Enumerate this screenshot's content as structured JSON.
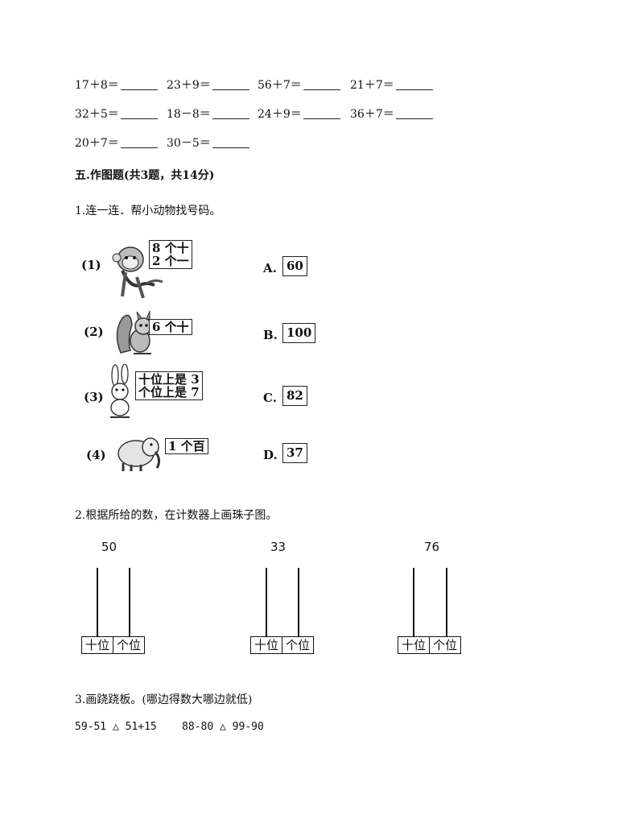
{
  "equations": {
    "row1": [
      "17＋8＝",
      "23＋9＝",
      "56＋7＝",
      "21＋7＝"
    ],
    "row2": [
      "32＋5＝",
      "18－8＝",
      "24＋9＝",
      "36＋7＝"
    ],
    "row3": [
      "20＋7＝",
      "30－5＝"
    ]
  },
  "section5": {
    "title": "五.作图题(共3题，共14分)"
  },
  "q1": {
    "prompt": "1.连一连．帮小动物找号码。",
    "animals": [
      {
        "label": "(1)",
        "line1": "8 个十",
        "line2": "2 个一",
        "animal": "monkey-icon"
      },
      {
        "label": "(2)",
        "line1": "6 个十",
        "animal": "squirrel-icon"
      },
      {
        "label": "(3)",
        "line1": "十位上是 3",
        "line2": "个位上是 7",
        "animal": "rabbit-icon"
      },
      {
        "label": "(4)",
        "line1": "1 个百",
        "animal": "elephant-icon"
      }
    ],
    "options": [
      {
        "letter": "A.",
        "value": "60"
      },
      {
        "letter": "B.",
        "value": "100"
      },
      {
        "letter": "C.",
        "value": "82"
      },
      {
        "letter": "D.",
        "value": "37"
      }
    ]
  },
  "q2": {
    "prompt": "2.根据所给的数，在计数器上画珠子图。",
    "abaci": [
      {
        "number": "50",
        "tens": "十位",
        "ones": "个位"
      },
      {
        "number": "33",
        "tens": "十位",
        "ones": "个位"
      },
      {
        "number": "76",
        "tens": "十位",
        "ones": "个位"
      }
    ]
  },
  "q3": {
    "prompt": "3.画跷跷板。(哪边得数大哪边就低)",
    "line": "59-51 △ 51+15    88-80 △ 99-90"
  }
}
